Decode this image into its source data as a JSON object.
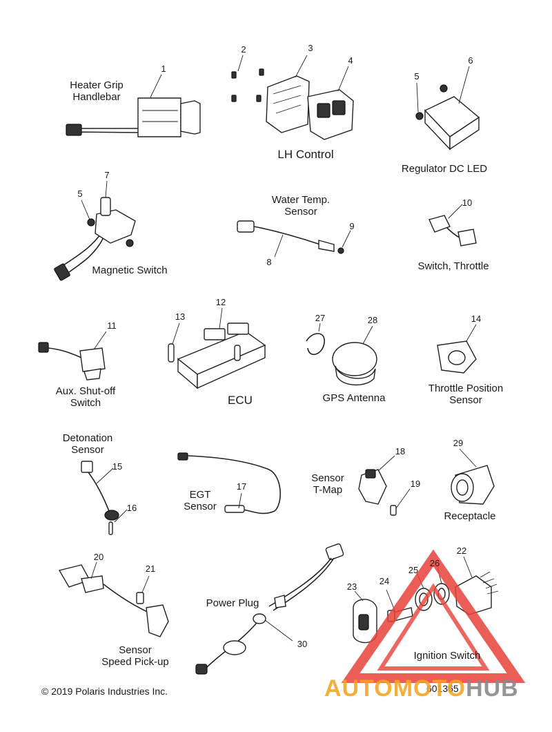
{
  "callouts": {
    "heater_grip": "Heater Grip\nHandlebar",
    "lh_control": "LH Control",
    "regulator": "Regulator DC LED",
    "water_temp": "Water Temp.\nSensor",
    "magnetic_switch": "Magnetic Switch",
    "switch_throttle": "Switch, Throttle",
    "aux_shutoff": "Aux. Shut-off\nSwitch",
    "ecu": "ECU",
    "gps_antenna": "GPS Antenna",
    "throttle_position": "Throttle Position\nSensor",
    "detonation": "Detonation\nSensor",
    "egt": "EGT\nSensor",
    "tmap": "Sensor\nT-Map",
    "receptacle": "Receptacle",
    "power_plug": "Power Plug",
    "speed_pickup": "Sensor\nSpeed Pick-up",
    "ignition_switch": "Ignition Switch"
  },
  "part_numbers": {
    "p1": "1",
    "p2": "2",
    "p3": "3",
    "p4": "4",
    "p5a": "5",
    "p6": "6",
    "p5b": "5",
    "p7": "7",
    "p8": "8",
    "p9": "9",
    "p10": "10",
    "p11": "11",
    "p12": "12",
    "p13": "13",
    "p27": "27",
    "p28": "28",
    "p14": "14",
    "p15": "15",
    "p16": "16",
    "p17": "17",
    "p18": "18",
    "p19": "19",
    "p29": "29",
    "p20": "20",
    "p21": "21",
    "p30": "30",
    "p23": "23",
    "p24": "24",
    "p25": "25",
    "p26": "26",
    "p22": "22"
  },
  "footer": {
    "copyright": "© 2019 Polaris Industries Inc.",
    "drawing_number": "601365"
  },
  "watermark": {
    "text_a": "AUTOMOTO",
    "text_b": "HUB",
    "color_orange": "#f5a623",
    "color_red": "#e8413a",
    "color_gray": "#8a8a8a"
  }
}
